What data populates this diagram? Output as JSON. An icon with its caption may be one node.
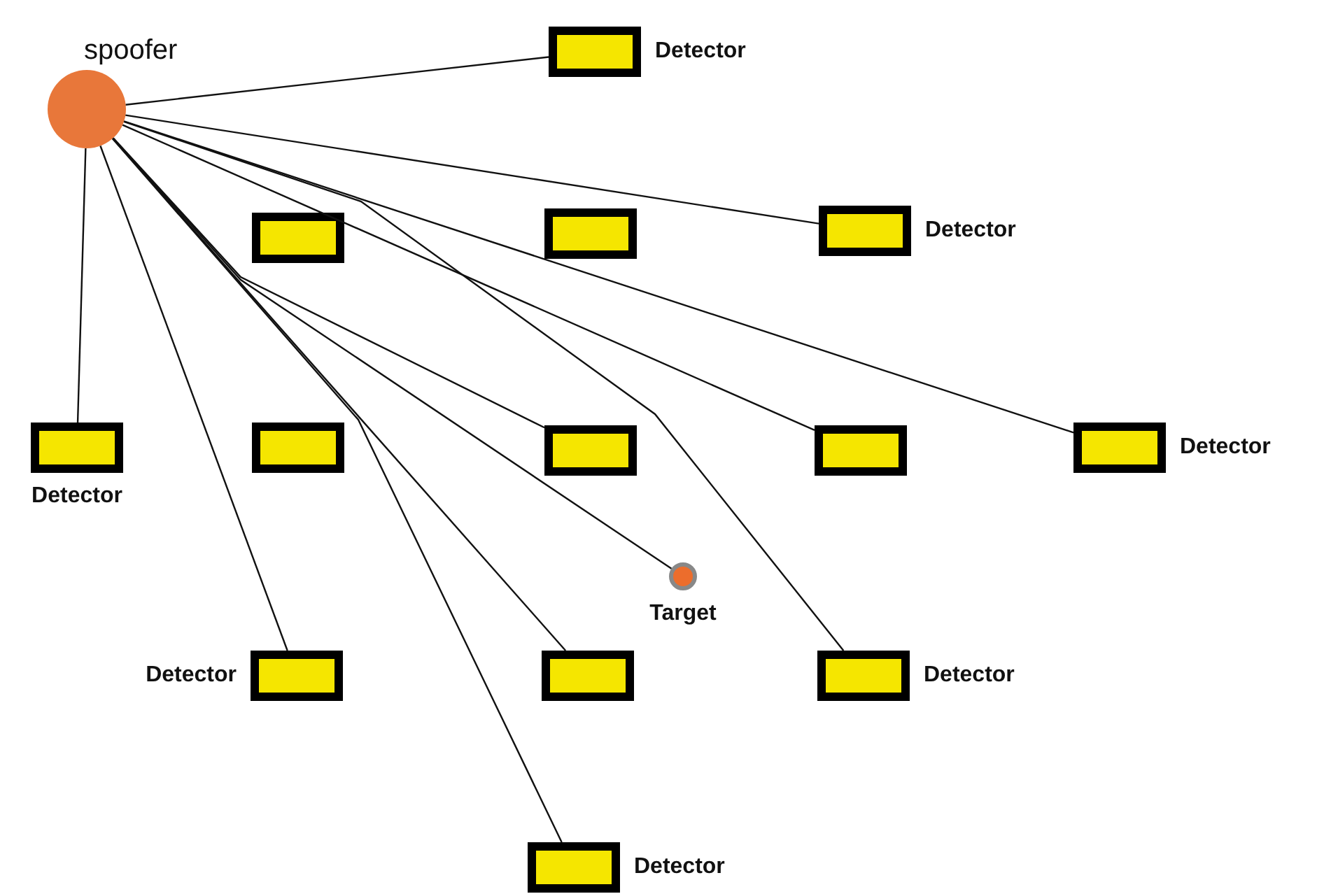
{
  "diagram": {
    "nodes": [
      {
        "text": [
          "spoofer"
        ]
      },
      {
        "text": [
          "Detector"
        ]
      },
      {
        "text": [],
        "shape": "box"
      },
      {
        "text": [],
        "shape": "box"
      },
      {
        "text": [
          "Detector"
        ]
      },
      {
        "text": [
          "Detector"
        ]
      },
      {
        "text": [],
        "shape": "box"
      },
      {
        "text": [],
        "shape": "box"
      },
      {
        "text": [],
        "shape": "box"
      },
      {
        "text": [
          "Detector"
        ]
      },
      {
        "text": [
          "Target"
        ]
      },
      {
        "text": [
          "Detector"
        ]
      },
      {
        "text": [],
        "shape": "box"
      },
      {
        "text": [
          "Detector"
        ]
      },
      {
        "text": [
          "Detector"
        ]
      }
    ],
    "edges": [
      {
        "from": 0,
        "to": 1,
        "arrow": "none"
      },
      {
        "from": 0,
        "to": 4,
        "arrow": "none"
      },
      {
        "from": 0,
        "to": 9,
        "arrow": "none"
      },
      {
        "from": 0,
        "to": 8,
        "arrow": "none"
      },
      {
        "from": 0,
        "to": 7,
        "arrow": "none"
      },
      {
        "from": 0,
        "to": 13,
        "arrow": "none"
      },
      {
        "from": 0,
        "to": 10,
        "arrow": "none"
      },
      {
        "from": 0,
        "to": 12,
        "arrow": "none"
      },
      {
        "from": 0,
        "to": 14,
        "arrow": "none"
      },
      {
        "from": 0,
        "to": 11,
        "arrow": "none"
      },
      {
        "from": 0,
        "to": 5,
        "arrow": "none"
      }
    ]
  }
}
